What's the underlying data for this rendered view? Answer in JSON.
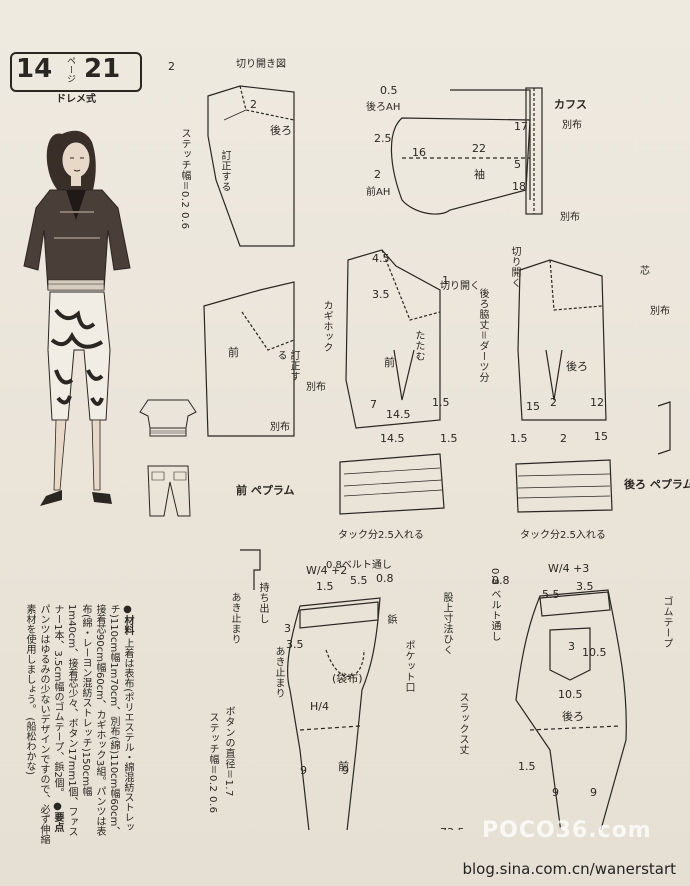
{
  "page_badge": {
    "left_number": "14",
    "page_label": "ページ",
    "right_number": "21",
    "style": "ドレメ式"
  },
  "labels": {
    "kiri_hiraki_zu": "切り開き図",
    "stitch_width": "ステッチ幅＝0.2 0.6",
    "teisei_suru": "訂正する",
    "back": "後ろ",
    "front": "前",
    "back_ah": "後ろAH",
    "front_ah": "前AH",
    "sleeve": "袖",
    "cuffs": "カフス",
    "betsu_nuno": "別布",
    "shin": "芯",
    "kiri_hiraku": "切り開く",
    "kagi_hock": "カギホック",
    "tatamu": "たたむ",
    "ushiro_waki": "後ろ脇丈＝ダーツ分",
    "front_peplum": "前 ペプラム",
    "back_peplum": "後ろ ペプラム",
    "tuck": "タック分2.5入れる",
    "belt_loop": "0.8ベルト通し",
    "belt_loop2": "0.8 ベルト通し",
    "mochidashi": "持ち出し",
    "akidomari": "あき止まり",
    "akidomari2": "あき止まり",
    "fukuro_nuno": "(袋布)",
    "pocket_mouth": "ポケット口",
    "button_dia": "ボタンの直径＝1.7",
    "stitch_width2": "ステッチ幅＝0.2 0.6",
    "finished_length": "股上寸法ひく",
    "slacks_length": "スラックス丈",
    "gom_tape": "ゴムテープ",
    "rivet": "鋲"
  },
  "notes": {
    "material_head": "●材料",
    "material_body": "上着は表布(ポリエステル・綿混紡ストレッチ)110cm幅1m70cm、別布(綿)110cm幅60cm、接着芯90cm幅60cm、カギホック3組。パンツは表布(綿・レーヨン混紡ストレッチ)150cm幅1m40cm、接着芯少々、ボタン17mm1個、ファスナー1本、3.5cm幅のゴムテープ、鋲2個。",
    "point_head": "●要点",
    "point_body": "パンツはゆるみの少ないデザインですので、必ず伸縮素材を使用しましょう。",
    "credit": "(船松わかな)"
  },
  "watermark": {
    "site": "blog.sina.com.cn/wanerstart",
    "logo": "POCO36.com"
  }
}
